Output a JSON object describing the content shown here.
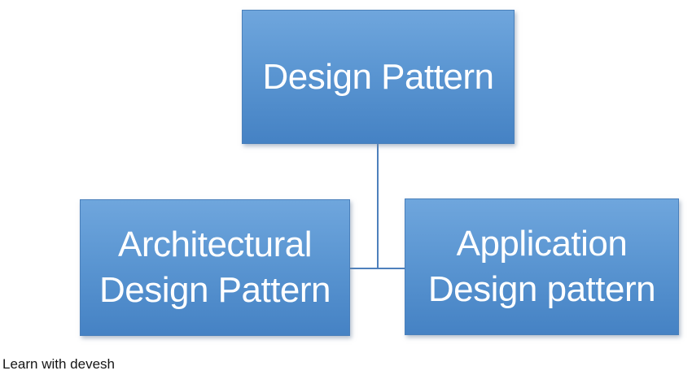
{
  "page": {
    "background_color": "#ffffff",
    "watermark": "Learn with devesh"
  },
  "diagram": {
    "type": "hierarchy",
    "nodes": [
      {
        "id": "root",
        "label": "Design Pattern",
        "children": [
          "architectural",
          "application"
        ]
      },
      {
        "id": "architectural",
        "label": "Architectural\nDesign Pattern",
        "parent": "root"
      },
      {
        "id": "application",
        "label": "Application\nDesign pattern",
        "parent": "root"
      }
    ],
    "colors": {
      "node_fill_top": "#6fa6dd",
      "node_fill_bottom": "#4582c4",
      "node_border": "#4a80bb",
      "node_text": "#ffffff",
      "connector": "#4e80bc"
    }
  }
}
